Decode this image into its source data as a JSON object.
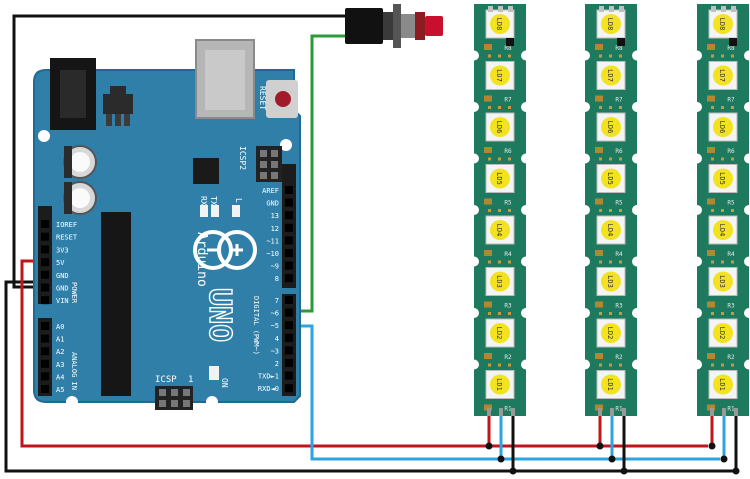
{
  "colors": {
    "board_blue": "#2F7FA8",
    "board_edge": "#1F6A90",
    "strip_green": "#1E7A5E",
    "led_yellow": "#F2E21F",
    "wire_red": "#C0151B",
    "wire_blue": "#2BA4E0",
    "wire_black": "#111111",
    "wire_green": "#2A9A3A",
    "button_red": "#C8102E"
  },
  "board": {
    "reset_label": "RESET",
    "icsp2_label": "ICSP2",
    "tx_label": "TX",
    "rx_label": "RX",
    "l_label": "L",
    "on_label": "ON",
    "icsp_label": "ICSP",
    "one_label": "1",
    "logo_text": "UNO",
    "brand_text": "Arduino",
    "power_label": "POWER",
    "analog_label": "ANALOG IN",
    "digital_label": "DIGITAL (PWM~)",
    "power_pins": [
      "IOREF",
      "RESET",
      "3V3",
      "5V",
      "GND",
      "GND",
      "VIN"
    ],
    "analog_pins": [
      "A0",
      "A1",
      "A2",
      "A3",
      "A4",
      "A5"
    ],
    "top_pins": [
      "AREF",
      "GND",
      "13",
      "12",
      "~11",
      "~10",
      "~9",
      "8"
    ],
    "bottom_pins": [
      "7",
      "~6",
      "~5",
      "4",
      "~3",
      "2",
      "TXD►1",
      "RXD◄0"
    ]
  },
  "strips": [
    {
      "labels": [
        "LD8",
        "LD7",
        "LD6",
        "LD5",
        "LD4",
        "LD3",
        "LD2",
        "LD1"
      ]
    },
    {
      "labels": [
        "LD8",
        "LD7",
        "LD6",
        "LD5",
        "LD4",
        "LD3",
        "LD2",
        "LD1"
      ]
    },
    {
      "labels": [
        "LD8",
        "LD7",
        "LD6",
        "LD5",
        "LD4",
        "LD3",
        "LD2",
        "LD1"
      ]
    }
  ],
  "resistor_labels": [
    "R8",
    "R7",
    "R6",
    "R5",
    "R4",
    "R3",
    "R2",
    "R1"
  ]
}
